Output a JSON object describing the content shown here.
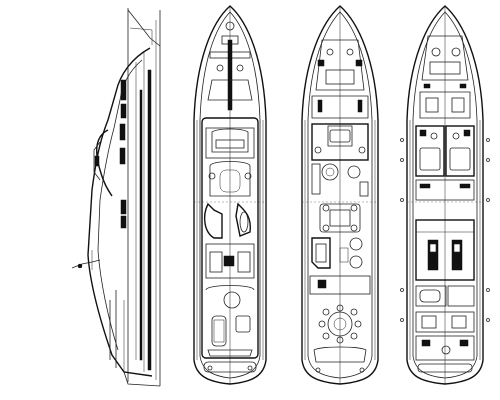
{
  "drawing": {
    "views": [
      {
        "id": "side-profile",
        "kind": "profile"
      },
      {
        "id": "sun-deck",
        "kind": "deck-plan"
      },
      {
        "id": "main-deck",
        "kind": "deck-plan"
      },
      {
        "id": "lower-deck",
        "kind": "deck-plan"
      }
    ],
    "colors": {
      "line": "#222222",
      "background": "#ffffff",
      "fill": "#111111"
    }
  }
}
